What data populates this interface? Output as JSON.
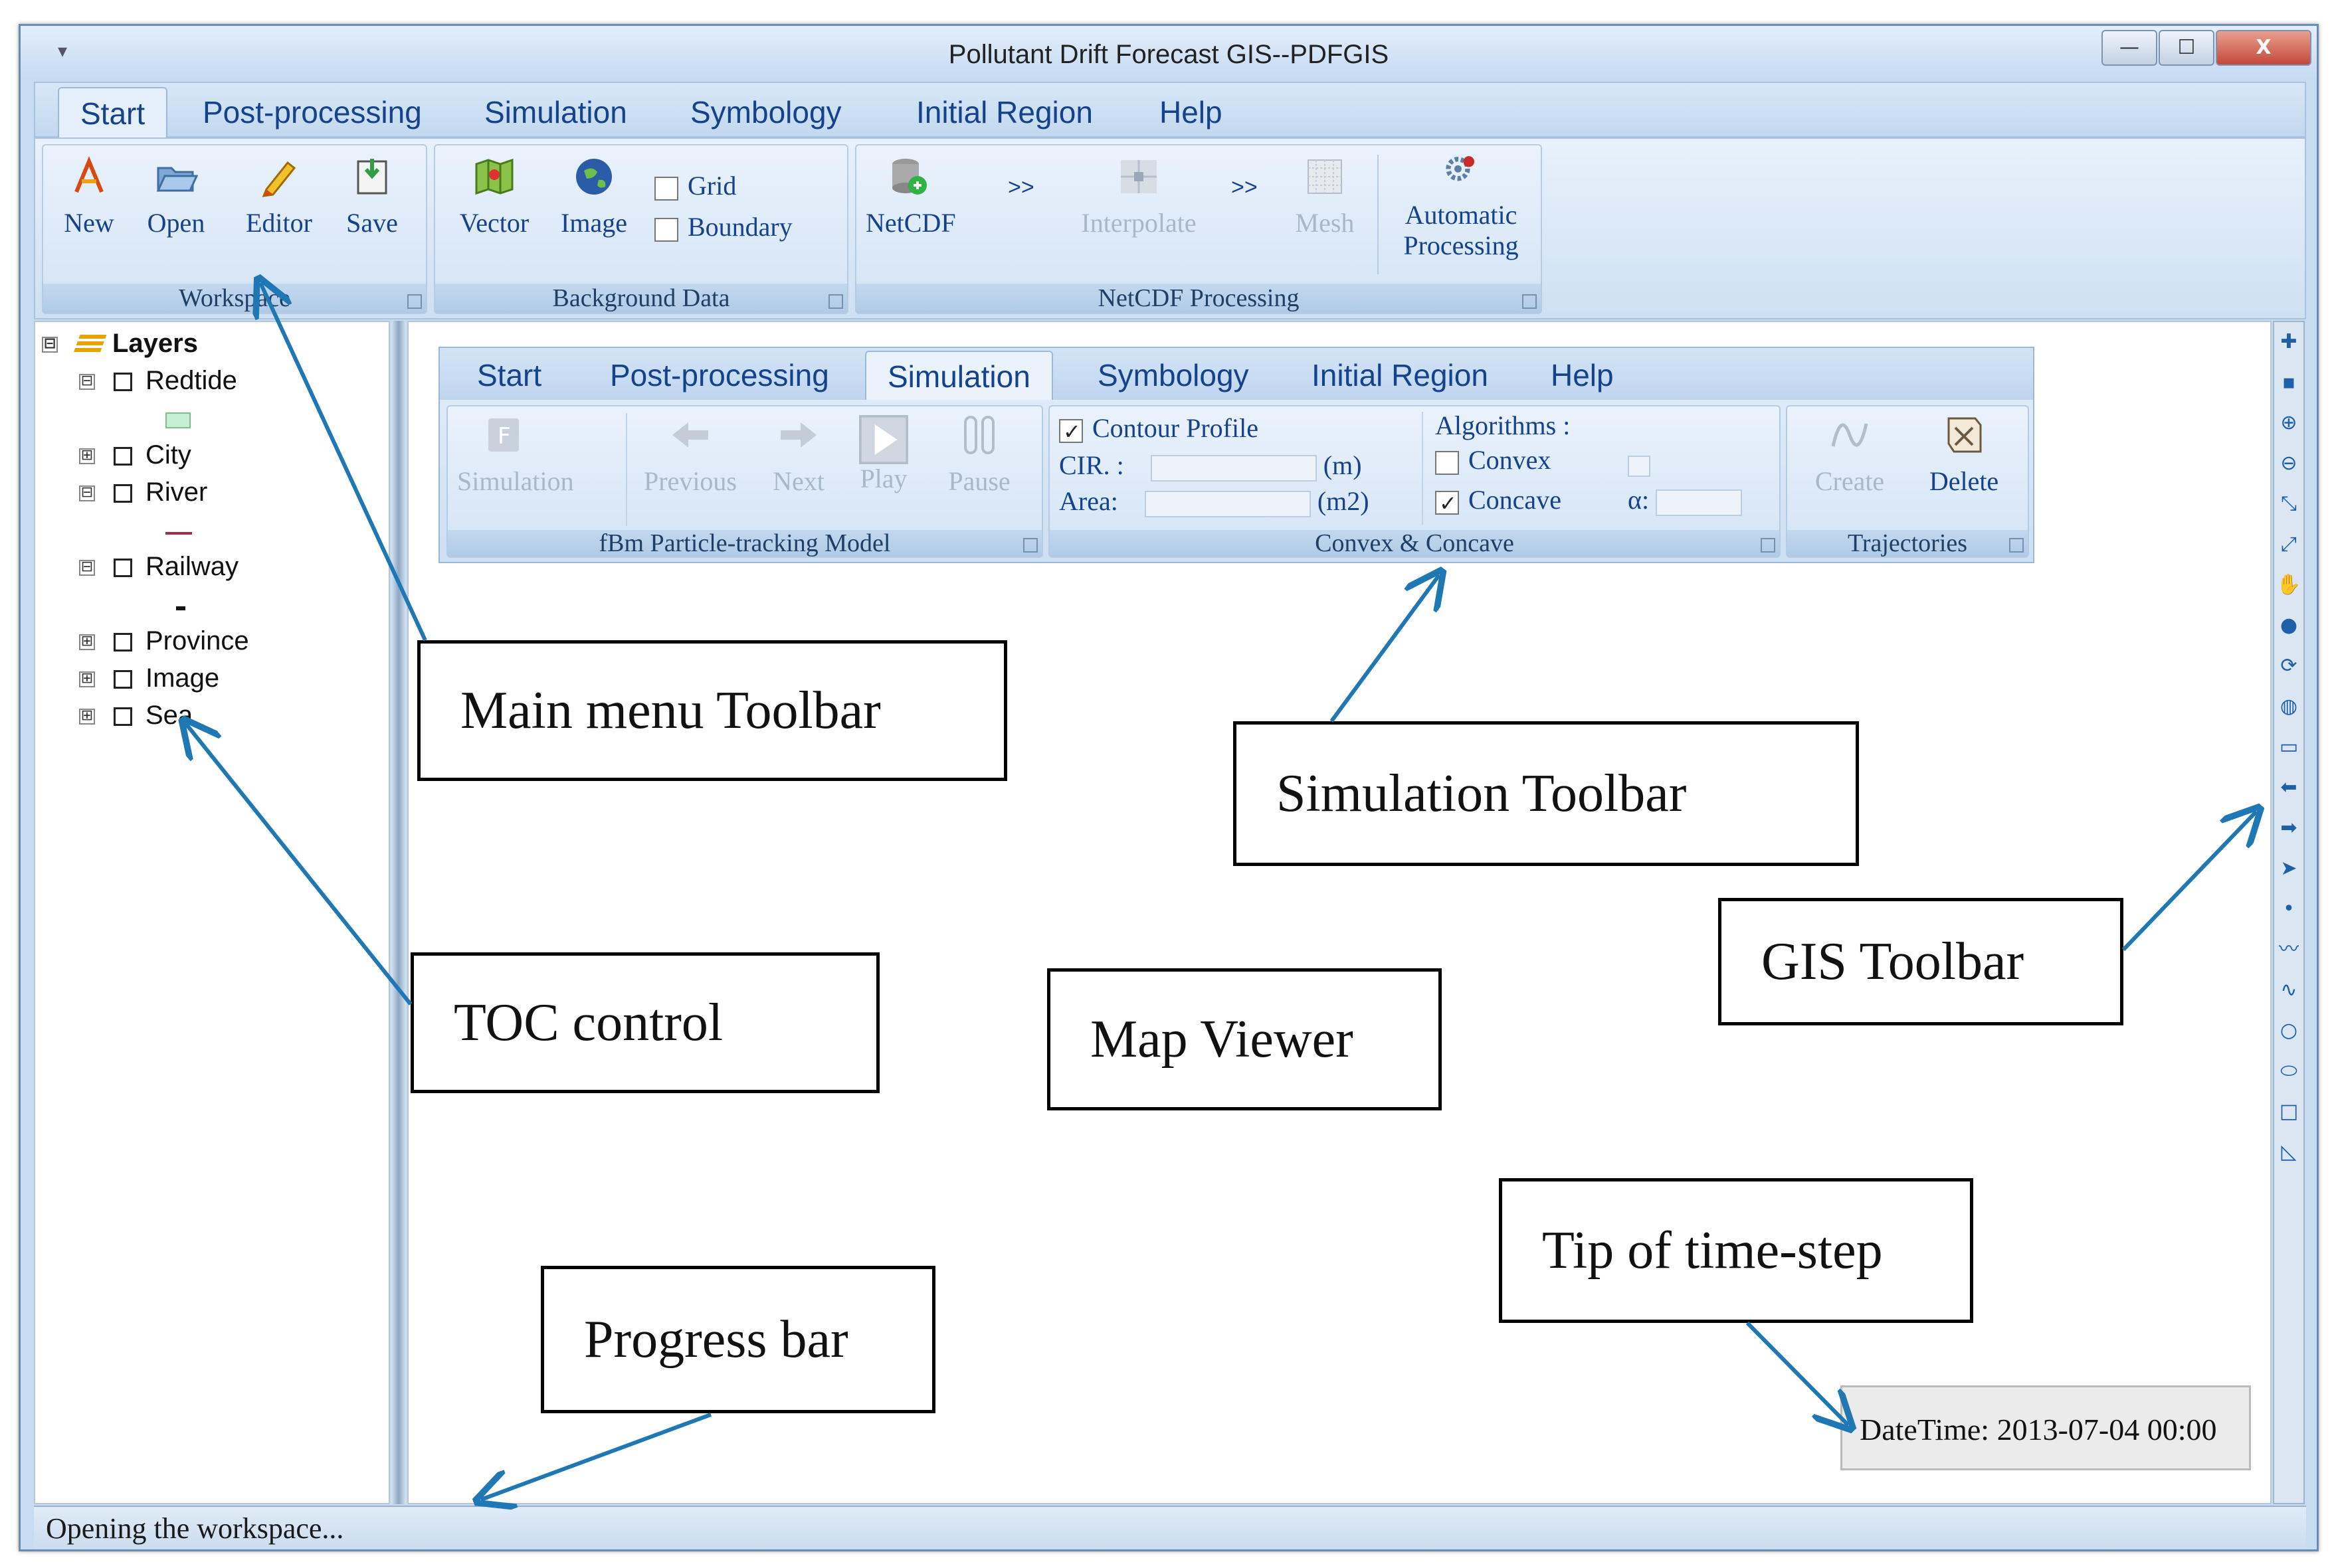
{
  "window": {
    "title": "Pollutant Drift Forecast GIS--PDFGIS",
    "quick_access": "▾",
    "min_label": "—",
    "max_label": "☐",
    "close_label": "X"
  },
  "main_menu": {
    "tabs": [
      "Start",
      "Post-processing",
      "Simulation",
      "Symbology",
      "Initial Region",
      "Help"
    ],
    "active_tab": "Start"
  },
  "ribbon": {
    "workspace": {
      "label": "Workspace",
      "buttons": [
        "New",
        "Open",
        "Editor",
        "Save"
      ]
    },
    "background_data": {
      "label": "Background Data",
      "buttons": [
        "Vector",
        "Image"
      ],
      "checks": [
        {
          "label": "Grid",
          "checked": false
        },
        {
          "label": "Boundary",
          "checked": false
        }
      ]
    },
    "netcdf": {
      "label": "NetCDF Processing",
      "buttons": [
        "NetCDF",
        "Interpolate",
        "Mesh"
      ],
      "arrow": ">>",
      "auto_line1": "Automatic",
      "auto_line2": "Processing"
    }
  },
  "toc": {
    "root": "Layers",
    "layers": [
      {
        "name": "Redtide",
        "expander": "⊟",
        "checked": false
      },
      {
        "name": "City",
        "expander": "⊞",
        "checked": false
      },
      {
        "name": "River",
        "expander": "⊟",
        "checked": false
      },
      {
        "name": "Railway",
        "expander": "⊟",
        "checked": false
      },
      {
        "name": "Province",
        "expander": "⊞",
        "checked": false
      },
      {
        "name": "Image",
        "expander": "⊞",
        "checked": false
      },
      {
        "name": "Sea",
        "expander": "⊞",
        "checked": false
      }
    ],
    "root_expander": "⊟"
  },
  "simulation_toolbar": {
    "tabs": [
      "Start",
      "Post-processing",
      "Simulation",
      "Symbology",
      "Initial Region",
      "Help"
    ],
    "active_tab": "Simulation",
    "model": {
      "label": "fBm Particle-tracking Model",
      "buttons": [
        "Simulation",
        "Previous",
        "Next",
        "Play",
        "Pause"
      ]
    },
    "convex": {
      "label": "Convex & Concave",
      "contour_profile": "Contour Profile",
      "contour_checked": true,
      "cir_label": "CIR. :",
      "cir_unit": "(m)",
      "area_label": "Area:",
      "area_unit": "(m2)",
      "algorithms_label": "Algorithms :",
      "convex_label": "Convex",
      "convex_checked": false,
      "concave_label": "Concave",
      "concave_checked": true,
      "alpha_label": "α:"
    },
    "trajectories": {
      "label": "Trajectories",
      "buttons": [
        "Create",
        "Delete"
      ]
    }
  },
  "gis_toolbar": {
    "icons": [
      "add-data-icon",
      "save-icon",
      "zoom-in-icon",
      "zoom-out-icon",
      "zoom-full-in-icon",
      "zoom-full-out-icon",
      "pan-icon",
      "identify-icon",
      "refresh-icon",
      "globe-icon",
      "measure-icon",
      "back-icon",
      "forward-icon",
      "select-icon",
      "point-icon",
      "polyline-icon",
      "freehand-icon",
      "circle-icon",
      "ellipse-icon",
      "rectangle-icon",
      "polygon-icon"
    ],
    "glyphs": [
      "✚",
      "▪",
      "⊕",
      "⊖",
      "⤡",
      "⤢",
      "✋",
      "●",
      "⟳",
      "◍",
      "▭",
      "⬅",
      "➡",
      "➤",
      "•",
      "〰",
      "∿",
      "○",
      "⬭",
      "□",
      "◺"
    ]
  },
  "status": {
    "text": "Opening the workspace..."
  },
  "tip": {
    "text": "DateTime: 2013-07-04 00:00"
  },
  "callouts": {
    "main_menu": "Main menu Toolbar",
    "toc": "TOC control",
    "simulation": "Simulation Toolbar",
    "map": "Map Viewer",
    "gis": "GIS Toolbar",
    "tip": "Tip of time-step",
    "progress": "Progress bar"
  },
  "colors": {
    "accent": "#15428b",
    "arrow": "#1f77b4",
    "ribbon": "#d3e3f5"
  }
}
